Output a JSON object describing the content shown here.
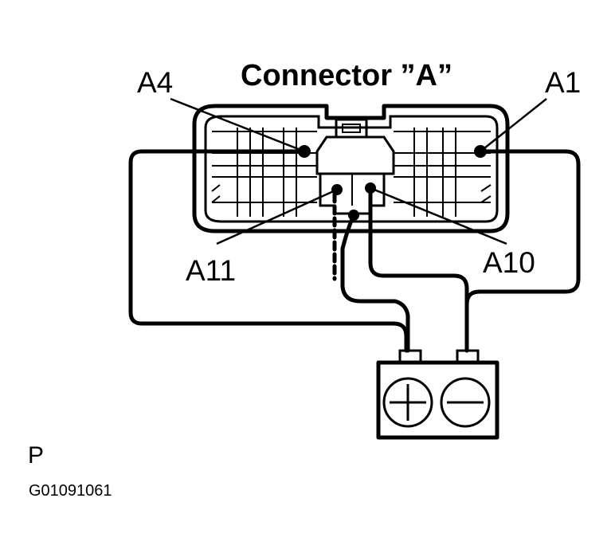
{
  "title": "Connector ”A”",
  "pins": {
    "a4": "A4",
    "a1": "A1",
    "a11": "A11",
    "a10": "A10"
  },
  "battery": {
    "positive_symbol": "plus-icon",
    "negative_symbol": "minus-icon"
  },
  "corner_letter": "P",
  "figure_code": "G01091061"
}
